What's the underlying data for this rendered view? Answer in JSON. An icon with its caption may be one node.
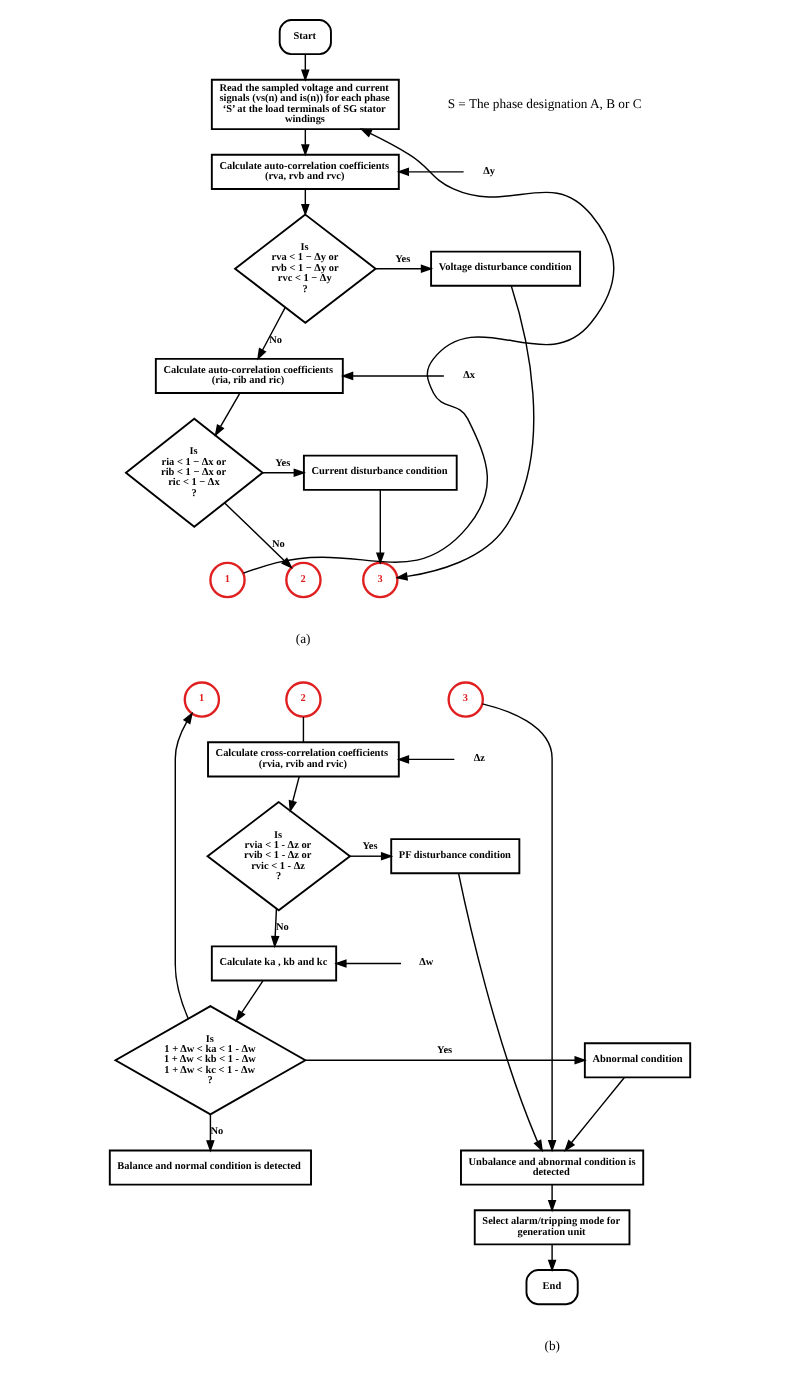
{
  "diagram": {
    "nodes": [
      {
        "text": [
          "Start"
        ]
      },
      {
        "text": [
          "Read the sampled voltage and current signals (vs(n) and is(n)) for each phase ‘S’ at the load terminals of SG stator windings"
        ]
      },
      {
        "text": [
          "Calculate auto-correlation coefficients (rva, rvb and rvc)"
        ]
      },
      {
        "text": [
          "Δy"
        ]
      },
      {
        "text": [
          "Is rva < 1 − Δy or rvb < 1 − Δy or rvc < 1 − Δy ?"
        ]
      },
      {
        "text": [
          "Voltage disturbance condition"
        ]
      },
      {
        "text": [
          "Calculate auto-correlation coefficients (ria, rib and ric)"
        ]
      },
      {
        "text": [
          "Δx"
        ]
      },
      {
        "text": [
          "Is ria < 1 − Δx or rib < 1 − Δx or ric < 1 − Δx ?"
        ]
      },
      {
        "text": [
          "Current disturbance condition"
        ]
      },
      {
        "text": [
          "1"
        ]
      },
      {
        "text": [
          "2"
        ]
      },
      {
        "text": [
          "3"
        ]
      },
      {
        "text": [
          "1"
        ]
      },
      {
        "text": [
          "2"
        ]
      },
      {
        "text": [
          "3"
        ]
      },
      {
        "text": [
          "Calculate cross-correlation coefficients (rvia, rvib and rvic)"
        ]
      },
      {
        "text": [
          "Δz"
        ]
      },
      {
        "text": [
          "Is rvia < 1 - Δz or rvib < 1 - Δz or rvic < 1 - Δz ?"
        ]
      },
      {
        "text": [
          "PF disturbance condition"
        ]
      },
      {
        "text": [
          "Calculate ka , kb and kc"
        ]
      },
      {
        "text": [
          "Δw"
        ]
      },
      {
        "text": [
          "Is 1 + Δw < ka < 1 - Δw 1 + Δw < kb < 1 - Δw 1 + Δw < kc < 1 - Δw ?"
        ]
      },
      {
        "text": [
          "Abnormal condition"
        ]
      },
      {
        "text": [
          "Balance and normal condition is detected"
        ]
      },
      {
        "text": [
          "Unbalance and abnormal condition is detected"
        ]
      },
      {
        "text": [
          "Select alarm/tripping mode for generation unit"
        ]
      },
      {
        "text": [
          "End"
        ]
      }
    ],
    "edges": [
      {
        "from": 0,
        "to": 1,
        "arrow": "to"
      },
      {
        "from": 10,
        "to": 1,
        "arrow": "to"
      },
      {
        "from": 1,
        "to": 2,
        "arrow": "to"
      },
      {
        "from": 3,
        "to": 2,
        "arrow": "to"
      },
      {
        "from": 2,
        "to": 4,
        "arrow": "to"
      },
      {
        "from": 4,
        "to": 5,
        "arrow": "to",
        "label": "Yes"
      },
      {
        "from": 4,
        "to": 6,
        "arrow": "to",
        "label": "No"
      },
      {
        "from": 7,
        "to": 6,
        "arrow": "to"
      },
      {
        "from": 6,
        "to": 8,
        "arrow": "to"
      },
      {
        "from": 8,
        "to": 9,
        "arrow": "to",
        "label": "Yes"
      },
      {
        "from": 8,
        "to": 11,
        "arrow": "to",
        "label": "No"
      },
      {
        "from": 5,
        "to": 12,
        "arrow": "to"
      },
      {
        "from": 9,
        "to": 12,
        "arrow": "to"
      },
      {
        "from": 14,
        "to": 16,
        "arrow": "none"
      },
      {
        "from": 17,
        "to": 16,
        "arrow": "to"
      },
      {
        "from": 16,
        "to": 18,
        "arrow": "to"
      },
      {
        "from": 18,
        "to": 19,
        "arrow": "to",
        "label": "Yes"
      },
      {
        "from": 18,
        "to": 20,
        "arrow": "to",
        "label": "No"
      },
      {
        "from": 21,
        "to": 20,
        "arrow": "to"
      },
      {
        "from": 20,
        "to": 22,
        "arrow": "to"
      },
      {
        "from": 22,
        "to": 23,
        "arrow": "to",
        "label": "Yes"
      },
      {
        "from": 22,
        "to": 24,
        "arrow": "to",
        "label": "No"
      },
      {
        "from": 22,
        "to": 13,
        "arrow": "to"
      },
      {
        "from": 15,
        "to": 25,
        "arrow": "to"
      },
      {
        "from": 19,
        "to": 25,
        "arrow": "to"
      },
      {
        "from": 23,
        "to": 25,
        "arrow": "to"
      },
      {
        "from": 25,
        "to": 26,
        "arrow": "to"
      },
      {
        "from": 26,
        "to": 27,
        "arrow": "to"
      }
    ],
    "labels": [
      "S = The phase designation A, B or C",
      "(a)",
      "(b)"
    ]
  }
}
